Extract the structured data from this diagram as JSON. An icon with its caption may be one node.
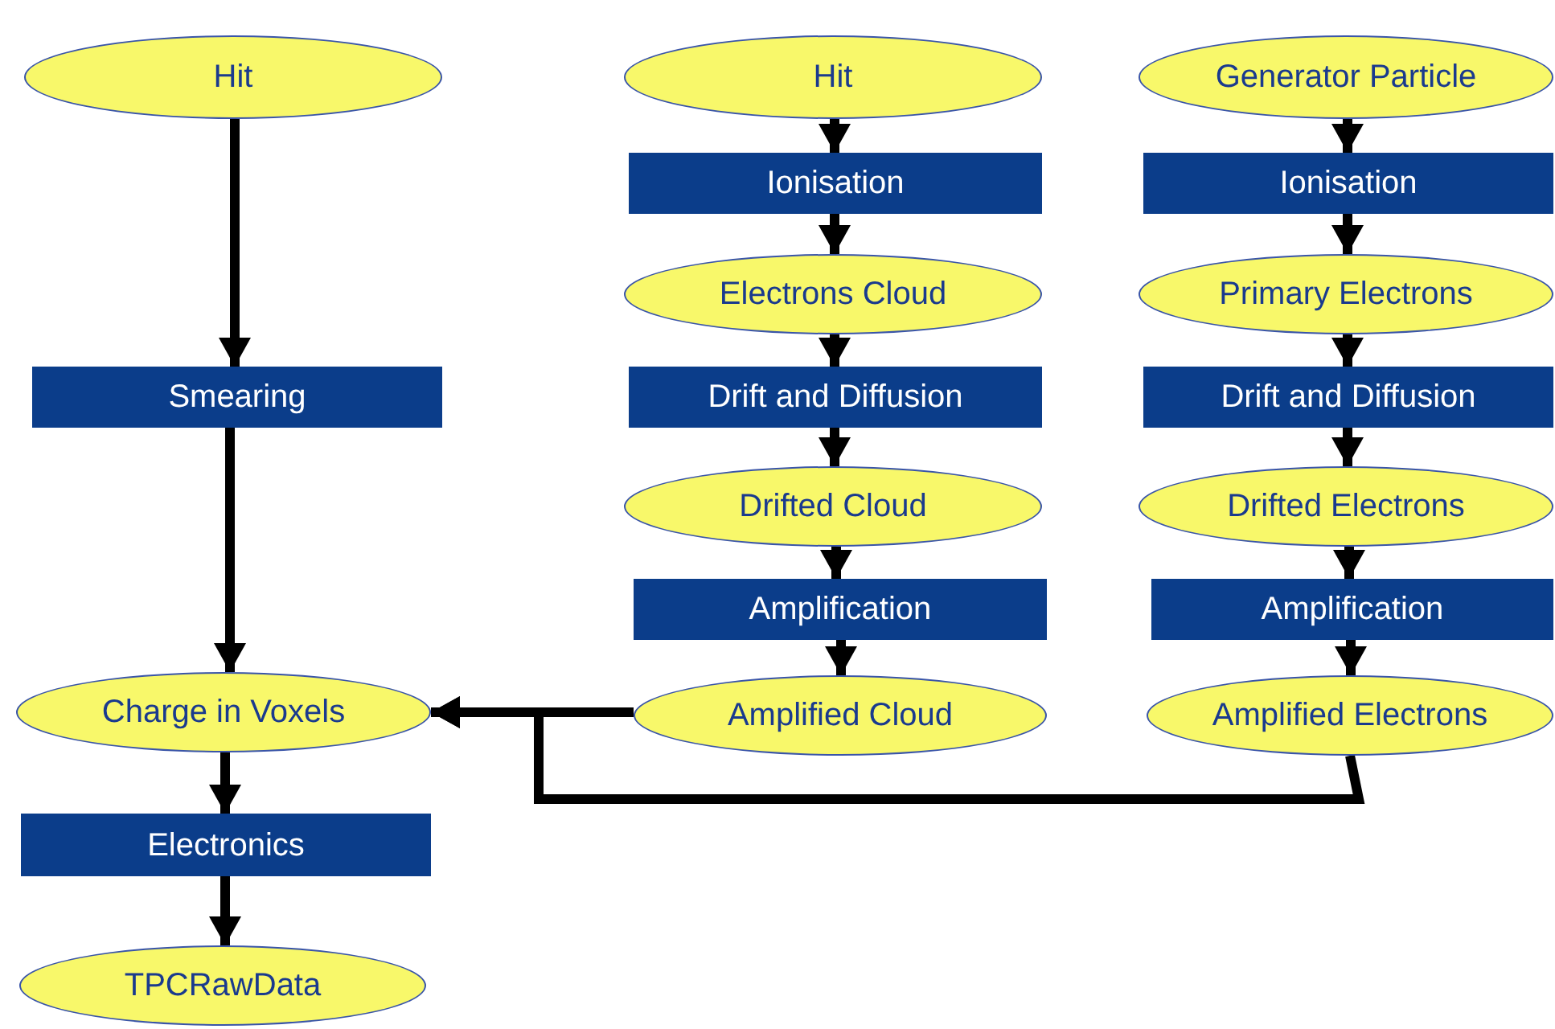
{
  "diagram": {
    "nodes": [
      {
        "text": [
          "Hit"
        ]
      },
      {
        "text": [
          "Smearing"
        ]
      },
      {
        "text": [
          "Charge in Voxels"
        ]
      },
      {
        "text": [
          "Electronics"
        ]
      },
      {
        "text": [
          "TPCRawData"
        ]
      },
      {
        "text": [
          "Hit"
        ]
      },
      {
        "text": [
          "Ionisation"
        ]
      },
      {
        "text": [
          "Electrons Cloud"
        ]
      },
      {
        "text": [
          "Drift and Diffusion"
        ]
      },
      {
        "text": [
          "Drifted Cloud"
        ]
      },
      {
        "text": [
          "Amplification"
        ]
      },
      {
        "text": [
          "Amplified Cloud"
        ]
      },
      {
        "text": [
          "Generator Particle"
        ]
      },
      {
        "text": [
          "Ionisation"
        ]
      },
      {
        "text": [
          "Primary Electrons"
        ]
      },
      {
        "text": [
          "Drift and Diffusion"
        ]
      },
      {
        "text": [
          "Drifted Electrons"
        ]
      },
      {
        "text": [
          "Amplification"
        ]
      },
      {
        "text": [
          "Amplified Electrons"
        ]
      }
    ],
    "edges": [
      {
        "from": 0,
        "to": 1,
        "arrow": "to"
      },
      {
        "from": 1,
        "to": 2,
        "arrow": "to"
      },
      {
        "from": 2,
        "to": 3,
        "arrow": "to"
      },
      {
        "from": 3,
        "to": 4,
        "arrow": "to"
      },
      {
        "from": 5,
        "to": 6,
        "arrow": "to"
      },
      {
        "from": 6,
        "to": 7,
        "arrow": "to"
      },
      {
        "from": 7,
        "to": 8,
        "arrow": "to"
      },
      {
        "from": 8,
        "to": 9,
        "arrow": "to"
      },
      {
        "from": 9,
        "to": 10,
        "arrow": "to"
      },
      {
        "from": 10,
        "to": 11,
        "arrow": "to"
      },
      {
        "from": 12,
        "to": 13,
        "arrow": "to"
      },
      {
        "from": 13,
        "to": 14,
        "arrow": "to"
      },
      {
        "from": 14,
        "to": 15,
        "arrow": "to"
      },
      {
        "from": 15,
        "to": 16,
        "arrow": "to"
      },
      {
        "from": 16,
        "to": 17,
        "arrow": "to"
      },
      {
        "from": 17,
        "to": 18,
        "arrow": "to"
      },
      {
        "from": 11,
        "to": 2,
        "arrow": "to"
      },
      {
        "from": 18,
        "to": 2,
        "arrow": "to"
      }
    ]
  }
}
